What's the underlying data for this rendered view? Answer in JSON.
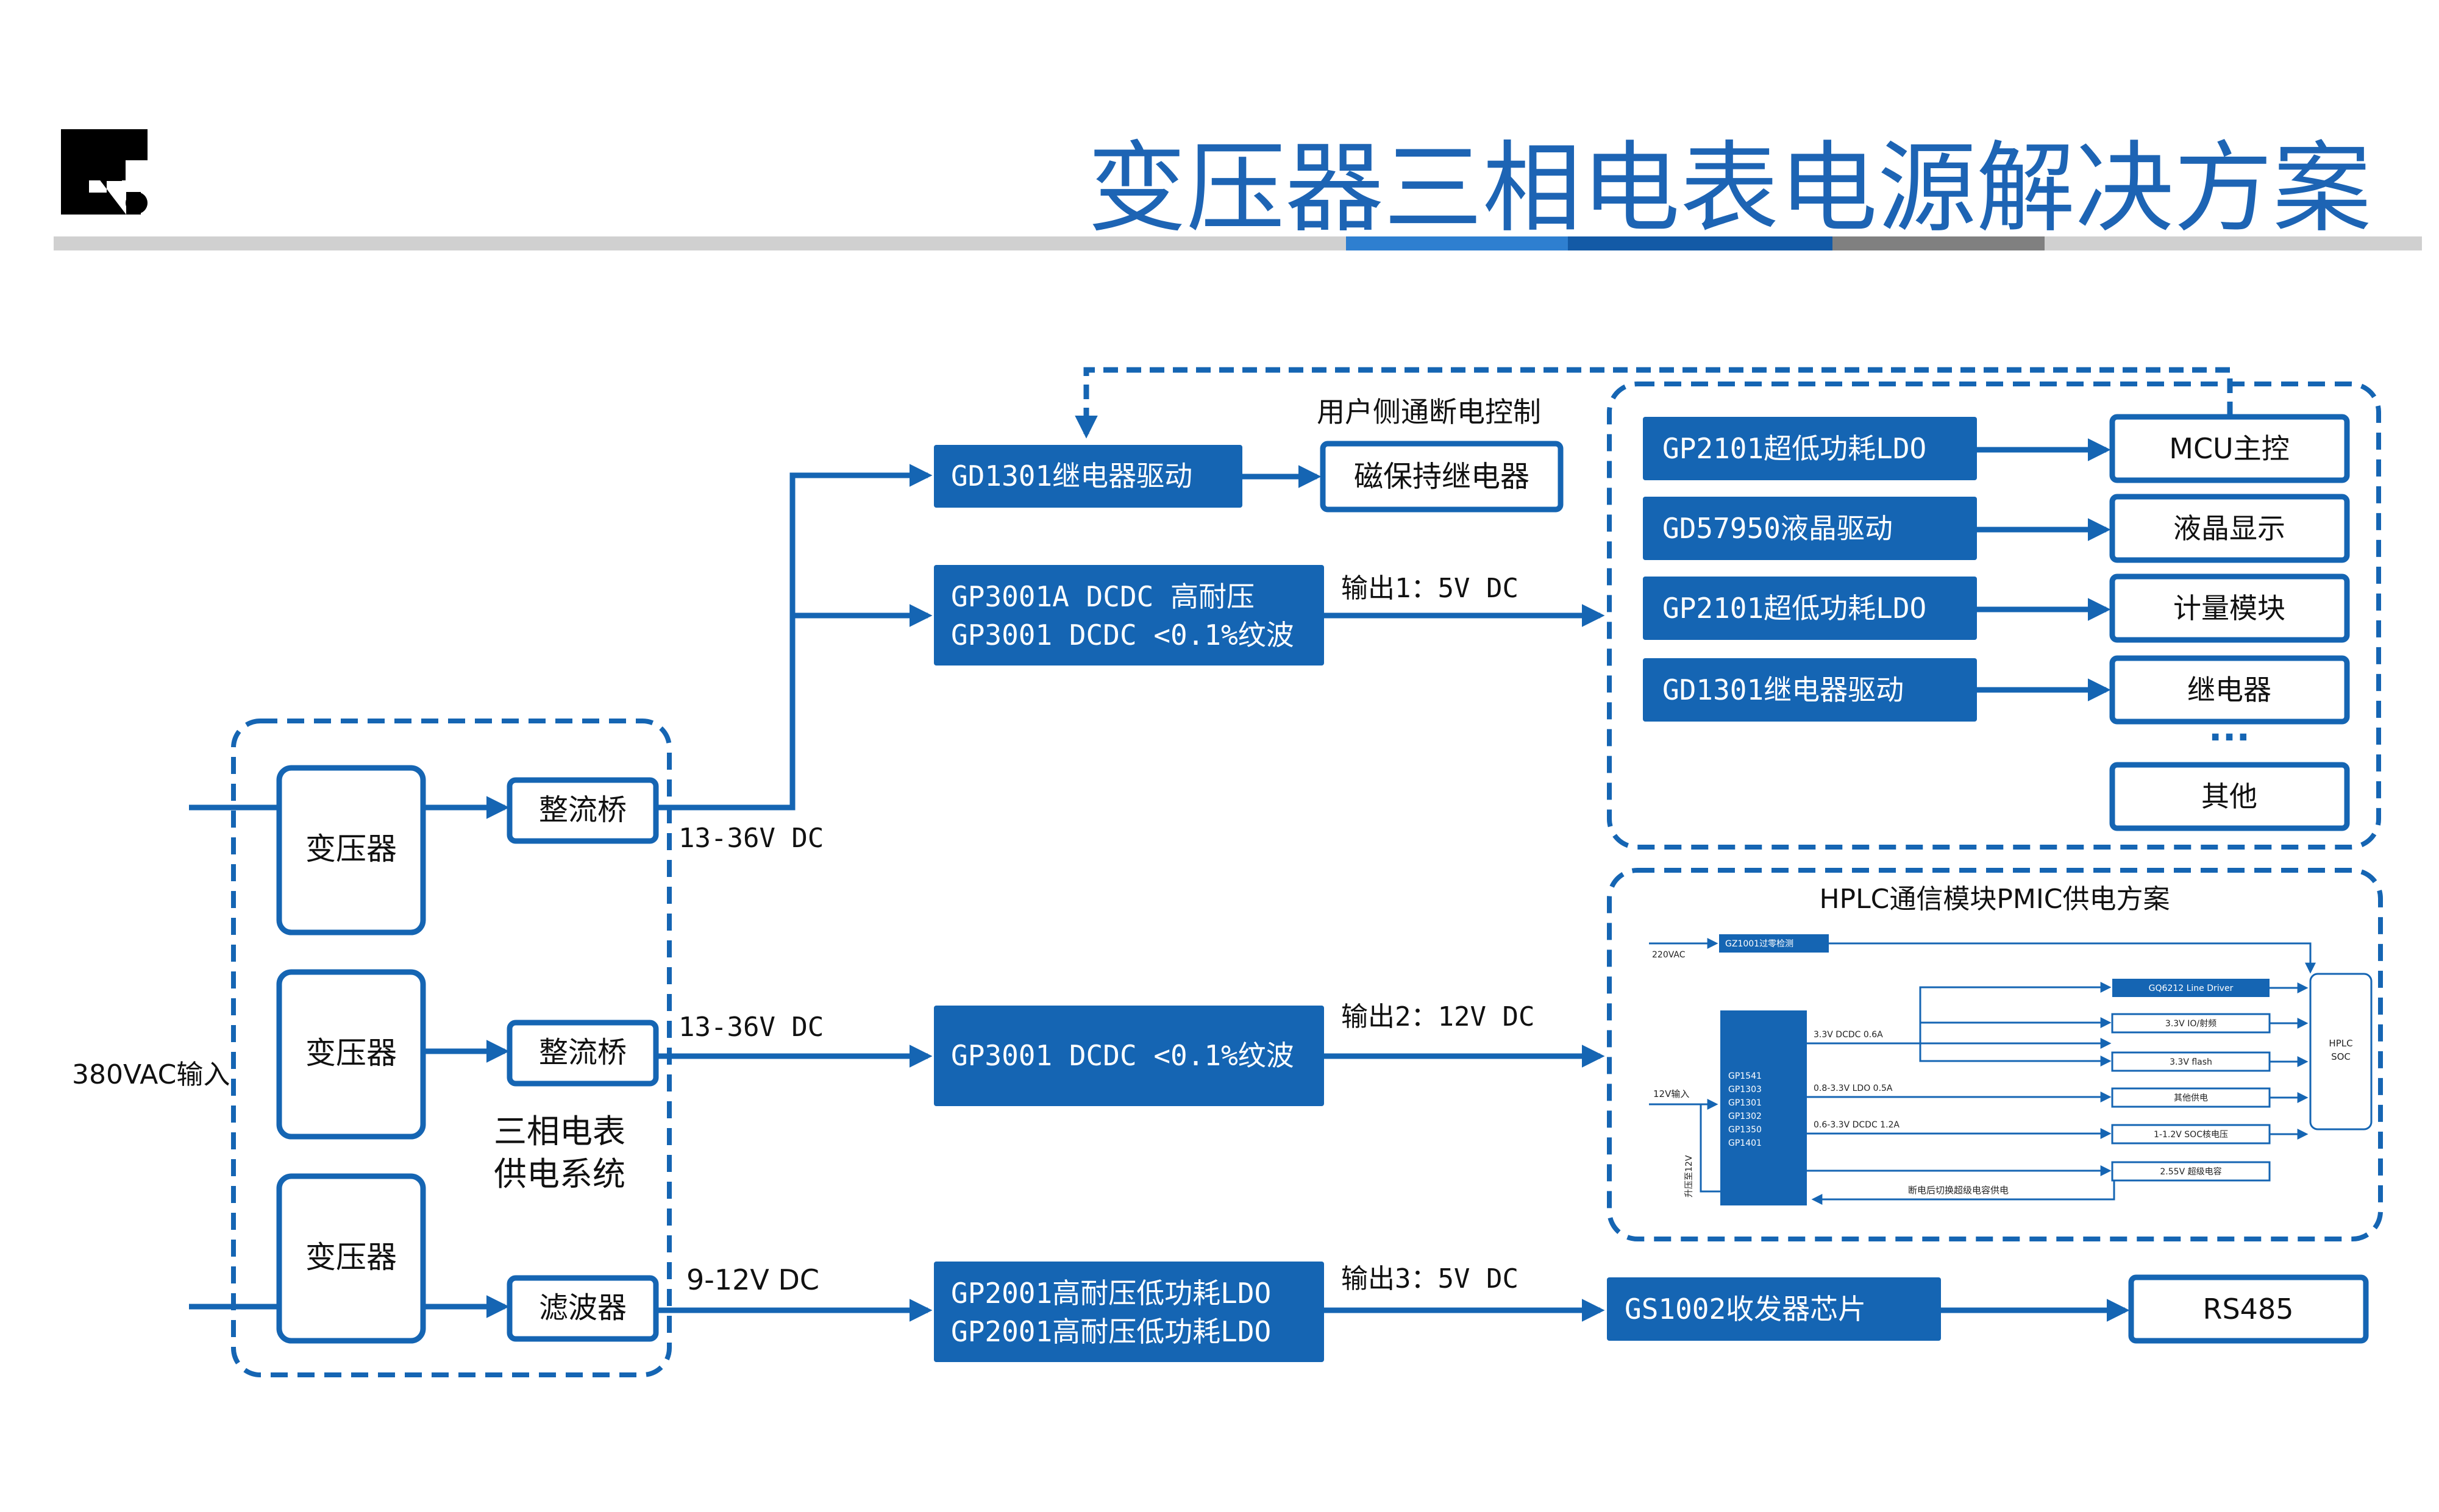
{
  "header": {
    "title": "变压器三相电表电源解决方案"
  },
  "colors": {
    "accent": "#1565b3",
    "title": "#1d64b4",
    "white_box_border": "#1d64b4",
    "bar_gray": "#d0d0d0",
    "bar_dark_gray": "#808080",
    "bar_light_blue": "#2e7fd0",
    "bar_dark_blue": "#135aa6"
  },
  "input": {
    "label": "380VAC输入"
  },
  "power_system": {
    "label_line1": "三相电表",
    "label_line2": "供电系统",
    "transformers": [
      "变压器",
      "变压器",
      "变压器"
    ],
    "stage2": [
      "整流桥",
      "整流桥",
      "滤波器"
    ],
    "outputs": [
      "13-36V DC",
      "13-36V DC",
      "9-12V DC"
    ]
  },
  "converters": {
    "relay_driver": "GD1301继电器驱动",
    "dcdc_hv_line1": "GP3001A DCDC 高耐压",
    "dcdc_hv_line2": "GP3001 DCDC <0.1%纹波",
    "dcdc_12v": "GP3001 DCDC <0.1%纹波",
    "ldo_line1": "GP2001高耐压低功耗LDO",
    "ldo_line2": "GP2001高耐压低功耗LDO"
  },
  "relay": {
    "caption": "用户侧通断电控制",
    "box": "磁保持继电器"
  },
  "output_labels": {
    "out1": "输出1：5V DC",
    "out2": "输出2：12V DC",
    "out3": "输出3：5V DC"
  },
  "meter_block": {
    "chips": [
      "GP2101超低功耗LDO",
      "GD57950液晶驱动",
      "GP2101超低功耗LDO",
      "GD1301继电器驱动"
    ],
    "targets": [
      "MCU主控",
      "液晶显示",
      "计量模块",
      "继电器"
    ],
    "ellipsis": "···",
    "other": "其他"
  },
  "hplc": {
    "title": "HPLC通信模块PMIC供电方案",
    "ac_label": "220VAC",
    "zero_detect": "GZ1001过零检测",
    "input_12v": "12V输入",
    "boost_label": "升压至12V",
    "pmic_parts": [
      "GP1541",
      "GP1303",
      "GP1301",
      "GP1302",
      "GP1350",
      "GP1401"
    ],
    "rail_labels": [
      "3.3V DCDC 0.6A",
      "0.8-3.3V LDO 0.5A",
      "0.6-3.3V DCDC 1.2A"
    ],
    "loads": [
      "GQ6212 Line Driver",
      "3.3V IO/射频",
      "3.3V flash",
      "其他供电",
      "1-1.2V SOC核电压",
      "2.55V 超级电容"
    ],
    "backup_label": "断电后切换超级电容供电",
    "soc_line1": "HPLC",
    "soc_line2": "SOC"
  },
  "rs485": {
    "chip": "GS1002收发器芯片",
    "target": "RS485"
  }
}
